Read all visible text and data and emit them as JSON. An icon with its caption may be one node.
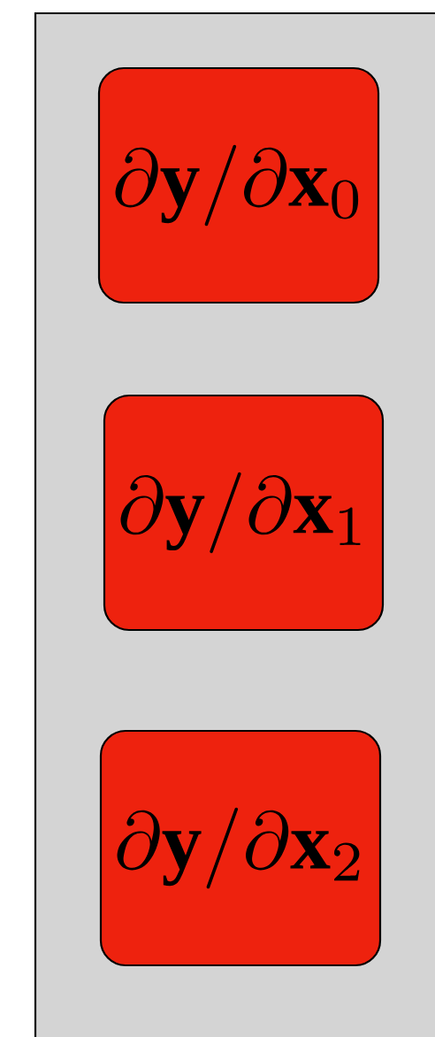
{
  "diagram": {
    "nodes": [
      {
        "text": [],
        "shape": "box"
      },
      {
        "text": [
          "\\partial \\mathbf{y}/\\partial \\mathbf{x}_0"
        ],
        "in": 0
      },
      {
        "text": [
          "\\partial \\mathbf{y}/\\partial \\mathbf{x}_1"
        ],
        "in": 0
      },
      {
        "text": [
          "\\partial \\mathbf{y}/\\partial \\mathbf{x}_2"
        ],
        "in": 0
      }
    ]
  }
}
